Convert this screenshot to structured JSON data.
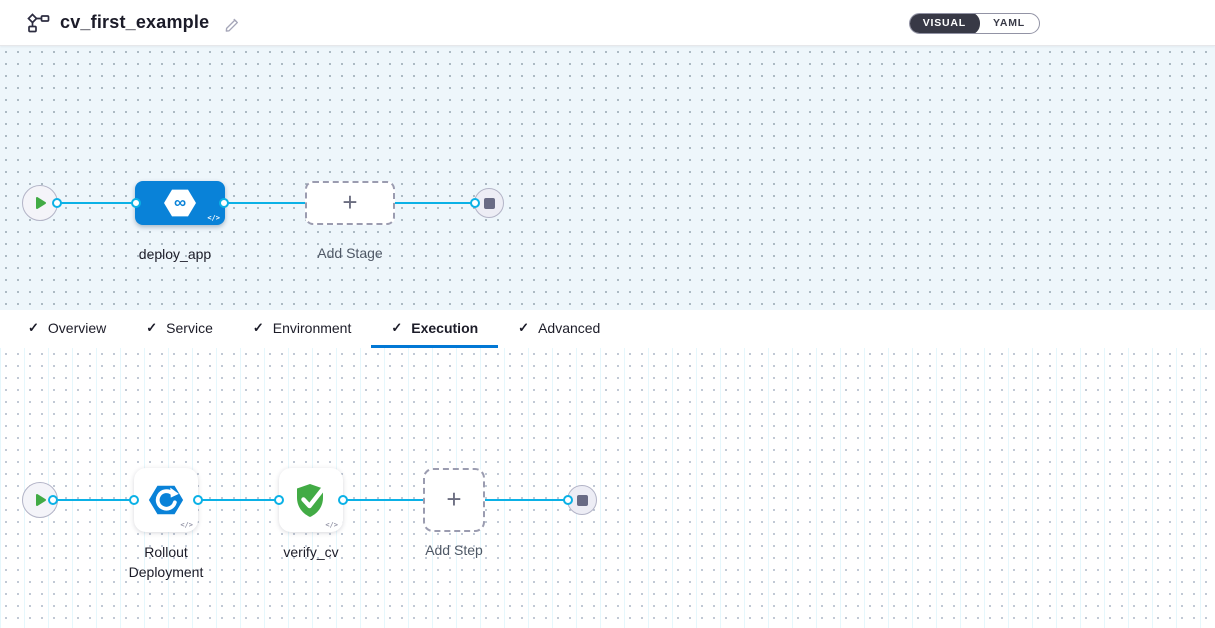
{
  "header": {
    "title": "cv_first_example",
    "view_toggle": {
      "visual": "VISUAL",
      "yaml": "YAML",
      "selected": "VISUAL"
    }
  },
  "icons": {
    "check": "✓",
    "plus": "+",
    "code": "</>",
    "infinity": "∞"
  },
  "colors": {
    "accent_blue": "#0278d5",
    "stage_blue": "#0982d8",
    "edge_blue": "#0bb1e6",
    "toggle_dark": "#383946",
    "success_green": "#42ab45",
    "canvas_top_bg": "#eef6fb"
  },
  "stage_pipeline": {
    "stages": [
      {
        "label": "deploy_app",
        "type": "cd-stage"
      }
    ],
    "add_stage": "Add Stage"
  },
  "tabs": [
    {
      "label": "Overview",
      "checked": true,
      "active": false
    },
    {
      "label": "Service",
      "checked": true,
      "active": false
    },
    {
      "label": "Environment",
      "checked": true,
      "active": false
    },
    {
      "label": "Execution",
      "checked": true,
      "active": true
    },
    {
      "label": "Advanced",
      "checked": true,
      "active": false
    }
  ],
  "execution_pipeline": {
    "steps": [
      {
        "label": "Rollout Deployment",
        "icon": "rollout-deployment-icon"
      },
      {
        "label": "verify_cv",
        "icon": "shield-check-icon"
      }
    ],
    "add_step": "Add Step"
  }
}
